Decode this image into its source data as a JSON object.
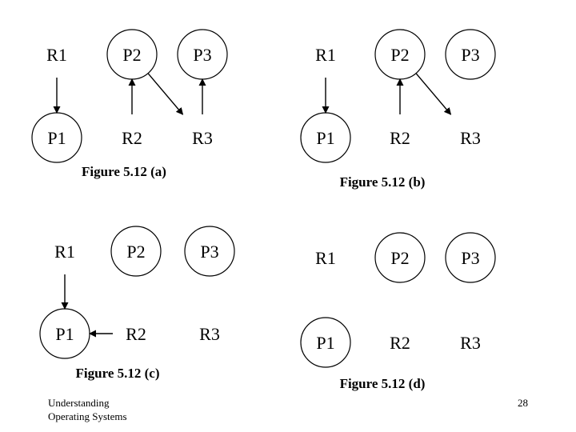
{
  "colors": {
    "stroke": "#000000",
    "background": "#ffffff"
  },
  "footer": {
    "course_line1": "Understanding",
    "course_line2": "Operating Systems",
    "page_number": "28"
  },
  "figures": [
    {
      "id": "a",
      "caption": "Figure 5.12 (a)",
      "nodes": [
        {
          "id": "R1",
          "label": "R1",
          "kind": "resource"
        },
        {
          "id": "P2",
          "label": "P2",
          "kind": "process"
        },
        {
          "id": "P3",
          "label": "P3",
          "kind": "process"
        },
        {
          "id": "P1",
          "label": "P1",
          "kind": "process"
        },
        {
          "id": "R2",
          "label": "R2",
          "kind": "resource"
        },
        {
          "id": "R3",
          "label": "R3",
          "kind": "resource"
        }
      ],
      "edges": [
        {
          "from": "R1",
          "to": "P1"
        },
        {
          "from": "R2",
          "to": "P2"
        },
        {
          "from": "P2",
          "to": "R3"
        },
        {
          "from": "R3",
          "to": "P3"
        }
      ]
    },
    {
      "id": "b",
      "caption": "Figure 5.12 (b)",
      "nodes": [
        {
          "id": "R1",
          "label": "R1",
          "kind": "resource"
        },
        {
          "id": "P2",
          "label": "P2",
          "kind": "process"
        },
        {
          "id": "P3",
          "label": "P3",
          "kind": "process"
        },
        {
          "id": "P1",
          "label": "P1",
          "kind": "process"
        },
        {
          "id": "R2",
          "label": "R2",
          "kind": "resource"
        },
        {
          "id": "R3",
          "label": "R3",
          "kind": "resource"
        }
      ],
      "edges": [
        {
          "from": "R1",
          "to": "P1"
        },
        {
          "from": "R2",
          "to": "P2"
        },
        {
          "from": "P2",
          "to": "R3"
        }
      ]
    },
    {
      "id": "c",
      "caption": "Figure 5.12 (c)",
      "nodes": [
        {
          "id": "R1",
          "label": "R1",
          "kind": "resource"
        },
        {
          "id": "P2",
          "label": "P2",
          "kind": "process"
        },
        {
          "id": "P3",
          "label": "P3",
          "kind": "process"
        },
        {
          "id": "P1",
          "label": "P1",
          "kind": "process"
        },
        {
          "id": "R2",
          "label": "R2",
          "kind": "resource"
        },
        {
          "id": "R3",
          "label": "R3",
          "kind": "resource"
        }
      ],
      "edges": [
        {
          "from": "R1",
          "to": "P1"
        },
        {
          "from": "R2",
          "to": "P1"
        }
      ]
    },
    {
      "id": "d",
      "caption": "Figure 5.12 (d)",
      "nodes": [
        {
          "id": "R1",
          "label": "R1",
          "kind": "resource"
        },
        {
          "id": "P2",
          "label": "P2",
          "kind": "process"
        },
        {
          "id": "P3",
          "label": "P3",
          "kind": "process"
        },
        {
          "id": "P1",
          "label": "P1",
          "kind": "process"
        },
        {
          "id": "R2",
          "label": "R2",
          "kind": "resource"
        },
        {
          "id": "R3",
          "label": "R3",
          "kind": "resource"
        }
      ],
      "edges": []
    }
  ]
}
